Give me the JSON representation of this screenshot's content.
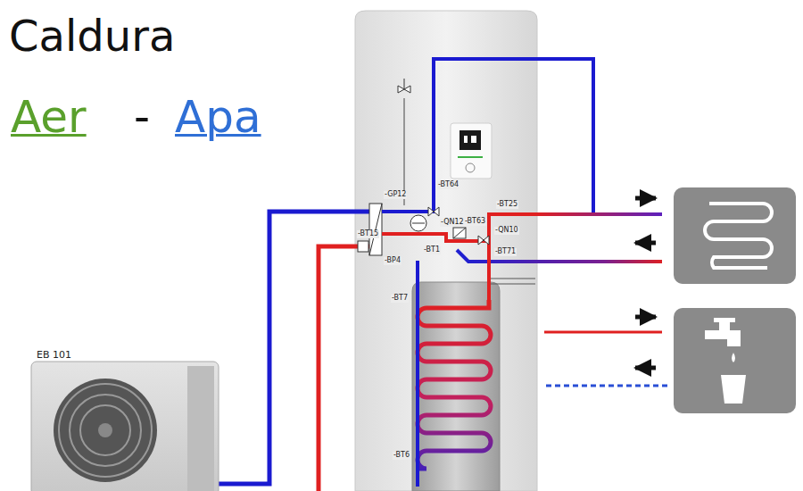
{
  "diagram": {
    "nodes": [
      {
        "text": [
          "EB 101"
        ]
      }
    ],
    "labels": [
      "Caldura",
      "Aer",
      "-",
      "Apa",
      "-BT64",
      "-GP12",
      "-QN12",
      "-BT25",
      "-BT63",
      "-QN10",
      "-BT15",
      "-BP4",
      "-BT1",
      "-BT71",
      "-BT7",
      "-BT6"
    ]
  }
}
